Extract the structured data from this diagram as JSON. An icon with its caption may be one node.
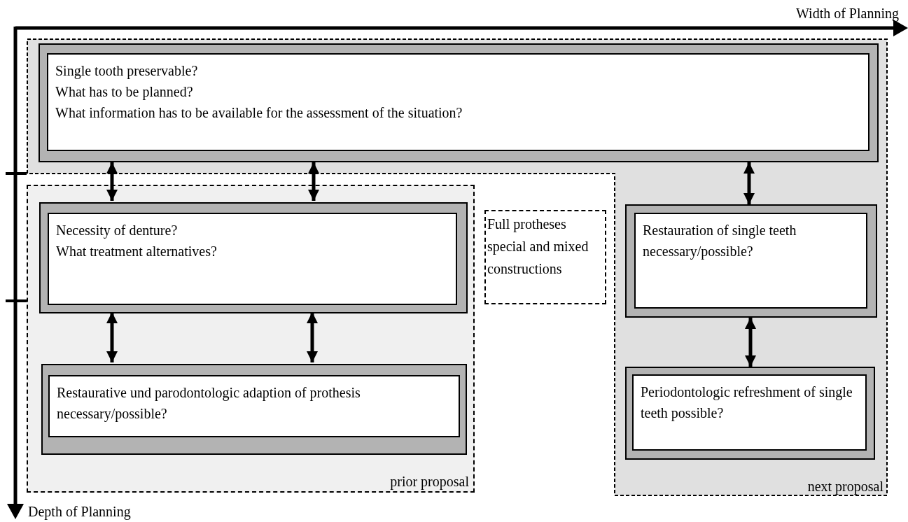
{
  "diagram": {
    "nodes": [
      {
        "text": [
          "next proposal"
        ]
      },
      {
        "text": [
          "Single tooth preservable?",
          "What has to be planned?",
          "What information has to be available for the assessment of the situation?"
        ],
        "in": 0
      },
      {
        "text": [
          "prior proposal"
        ]
      },
      {
        "text": [
          "Necessity of denture?",
          "What treatment alternatives?"
        ],
        "in": 2
      },
      {
        "text": [
          "Restaurative und parodontologic adaption of prothesis necessary/possible?"
        ],
        "in": 2
      },
      {
        "text": [
          "Full protheses special and mixed constructions"
        ]
      },
      {
        "text": [
          "Restauration of single teeth necessary/possible?"
        ],
        "in": 0
      },
      {
        "text": [
          "Periodontologic refreshment of single teeth possible?"
        ],
        "in": 0
      }
    ],
    "edges": [
      {
        "from": 1,
        "to": 3,
        "arrow": "both"
      },
      {
        "from": 1,
        "to": 3,
        "arrow": "both"
      },
      {
        "from": 3,
        "to": 4,
        "arrow": "both"
      },
      {
        "from": 3,
        "to": 4,
        "arrow": "both"
      },
      {
        "from": 1,
        "to": 6,
        "arrow": "both"
      },
      {
        "from": 6,
        "to": 7,
        "arrow": "both"
      }
    ],
    "labels": [
      "Width of Planning",
      "Depth of Planning"
    ]
  }
}
